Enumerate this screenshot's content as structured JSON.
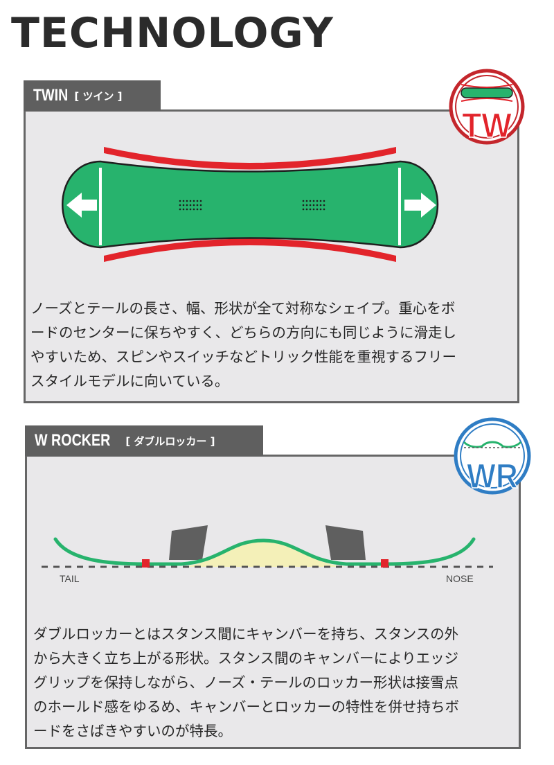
{
  "page": {
    "title": "TECHNOLOGY"
  },
  "twin": {
    "tab_name": "TWIN",
    "tab_sub": "[ ツイン ]",
    "badge_text": "TW",
    "description_lines": [
      "ノーズとテールの長さ、幅、形状が全て対称なシェイプ。重心をボ",
      "ードのセンターに保ちやすく、どちらの方向にも同じように滑走し",
      "やすいため、スピンやスイッチなどトリック性能を重視するフリー",
      "スタイルモデルに向いている。"
    ]
  },
  "wrocker": {
    "tab_name": "W ROCKER",
    "tab_sub": "[ ダブルロッカー ]",
    "badge_text": "WR",
    "tail_label": "TAIL",
    "nose_label": "NOSE",
    "description_lines": [
      "ダブルロッカーとはスタンス間にキャンバーを持ち、スタンスの外",
      "から大きく立ち上がる形状。スタンス間のキャンバーによりエッジ",
      "グリップを保持しながら、ノーズ・テールのロッカー形状は接雪点",
      "のホールド感をゆるめ、キャンバーとロッカーの特性を併せ持ちボ",
      "ードをさばきやすいのが特長。"
    ]
  },
  "colors": {
    "board_green": "#27b36d",
    "flex_red": "#e2242b",
    "badge_blue": "#2f7dc4",
    "panel_gray": "#e9e8ea",
    "tab_gray": "#5f5f5f"
  }
}
